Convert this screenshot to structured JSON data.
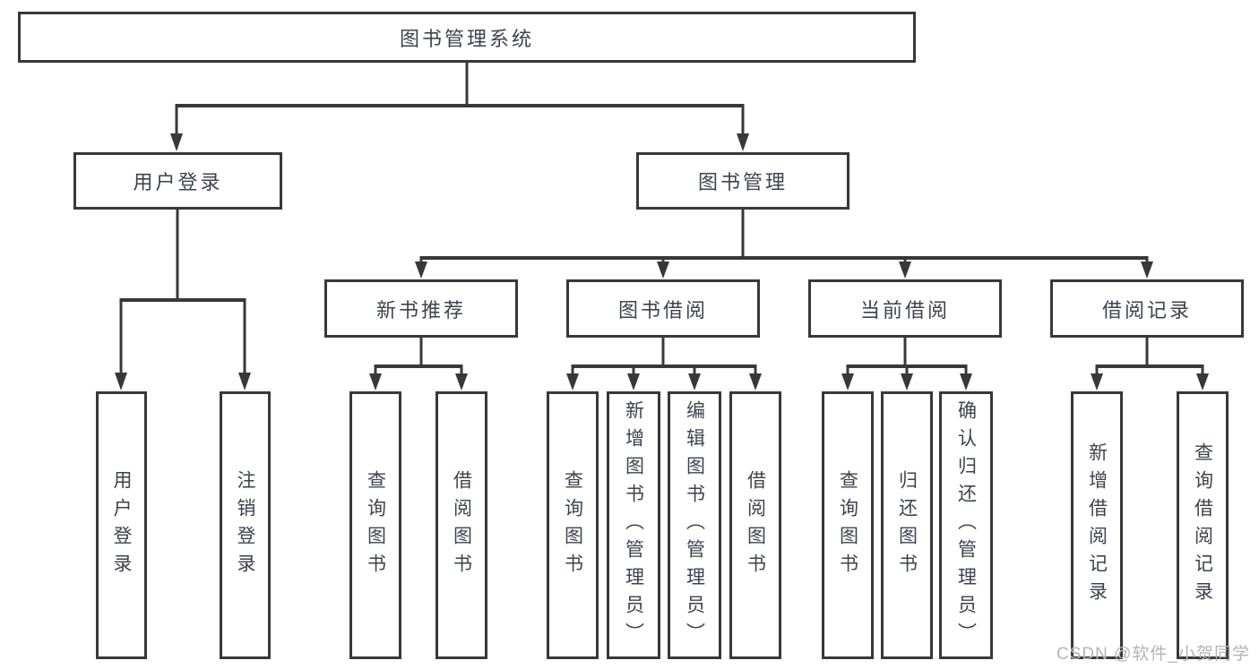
{
  "diagram": {
    "title": "图书管理系统",
    "branches": [
      {
        "label": "用户登录",
        "leaves": [
          {
            "label": "用户登录"
          },
          {
            "label": "注销登录"
          }
        ]
      },
      {
        "label": "图书管理",
        "groups": [
          {
            "label": "新书推荐",
            "leaves": [
              {
                "label": "查询图书"
              },
              {
                "label": "借阅图书"
              }
            ]
          },
          {
            "label": "图书借阅",
            "leaves": [
              {
                "label": "查询图书"
              },
              {
                "label": "新增图书（管理员）"
              },
              {
                "label": "编辑图书（管理员）"
              },
              {
                "label": "借阅图书"
              }
            ]
          },
          {
            "label": "当前借阅",
            "leaves": [
              {
                "label": "查询图书"
              },
              {
                "label": "归还图书"
              },
              {
                "label": "确认归还（管理员）"
              }
            ]
          },
          {
            "label": "借阅记录",
            "leaves": [
              {
                "label": "新增借阅记录"
              },
              {
                "label": "查询借阅记录"
              }
            ]
          }
        ]
      }
    ]
  },
  "watermark": {
    "text": "CSDN @软件_小贺同学",
    "color": "#b4b4b8"
  },
  "colors": {
    "line": "#383838",
    "text": "#3d434e",
    "background": "#ffffff"
  }
}
